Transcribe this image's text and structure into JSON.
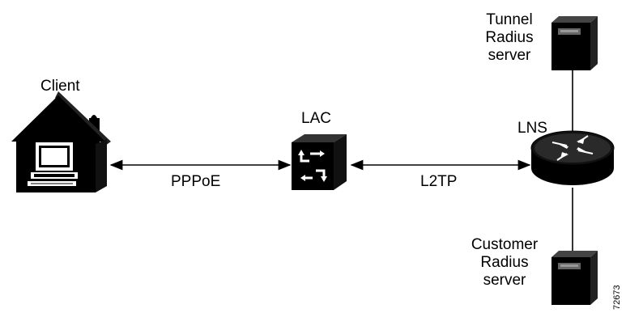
{
  "nodes": {
    "client": {
      "label": "Client"
    },
    "lac": {
      "label": "LAC"
    },
    "lns": {
      "label": "LNS"
    },
    "tunnel_radius": {
      "lines": [
        "Tunnel",
        "Radius",
        "server"
      ]
    },
    "customer_radius": {
      "lines": [
        "Customer",
        "Radius",
        "server"
      ]
    }
  },
  "links": {
    "client_lac": {
      "label": "PPPoE"
    },
    "lac_lns": {
      "label": "L2TP"
    }
  },
  "figure_id": "72673",
  "colors": {
    "stroke": "#000000",
    "fill": "#000000",
    "background": "#ffffff",
    "device_gray": "#555555"
  }
}
